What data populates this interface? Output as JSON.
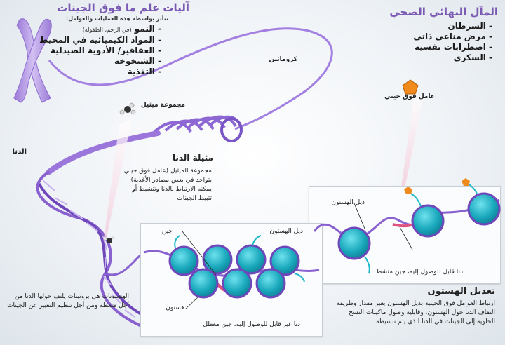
{
  "epigenetics": {
    "title": "آليات علم ما فوق الجينات",
    "subtitle": "تتأثر بواسطة هذه العمليات والعوامل:",
    "items": [
      {
        "label": "- النمو",
        "note": "(في الرحم، الطفولة)"
      },
      {
        "label": "- المواد الكيميائية في المحيط",
        "note": ""
      },
      {
        "label": "- العقاقير/ الأدوية الصيدلية",
        "note": ""
      },
      {
        "label": "- الشيخوخة",
        "note": ""
      },
      {
        "label": "- التغذية",
        "note": ""
      }
    ]
  },
  "health": {
    "title": "المآل النهائي الصحي",
    "items": [
      "- السرطان",
      "- مرض مناعي ذاتي",
      "- اضطرابات نفسية",
      "- السكري"
    ]
  },
  "labels": {
    "chromatin": "كروماتين",
    "methyl_group": "مجموعة ميثيل",
    "dna": "الدنا",
    "epigenetic_factor": "عامل فوق جيني",
    "histone_tail_right": "ذيل الهستون",
    "gene_left": "جين",
    "histone_tail_left": "ذيل الهستون",
    "histone": "هستون",
    "gene_inactive": "دنا غير قابل للوصول إليه، جين معطل",
    "gene_active": "دنا قابل للوصول إليه، جين منشط"
  },
  "methylation": {
    "title": "مثيلة الدنا",
    "text": "مجموعة الميثيل (عامل فوق جيني يتواجد في بعض مصادر الأغذية) يمكنه الارتباط بالدنا وتنشيط أو تثبيط الجينات"
  },
  "histones_note": "الهستونات هي بروتينات يلتف حولها الدنا من أجل ضغطه ومن أجل تنظيم التعبير عن الجينات",
  "histone_mod": {
    "title": "تعديل الهستون",
    "text": "ارتباط العوامل فوق الجينية بذيل الهستون يغير مقدار وطريقة التفاف الدنا حول الهستون، وقابلية وصول ماكينات النسخ الخلوية إلى الجينات في الدنا الذي يتم تنشيطه"
  },
  "colors": {
    "title_purple": "#7a5ab3",
    "chromosome": "#b79be6",
    "dna_purple": "#8a62d0",
    "nucleosome": "#1fb8c9",
    "gene_pink": "#e0527e",
    "factor_orange": "#f08a1c"
  }
}
